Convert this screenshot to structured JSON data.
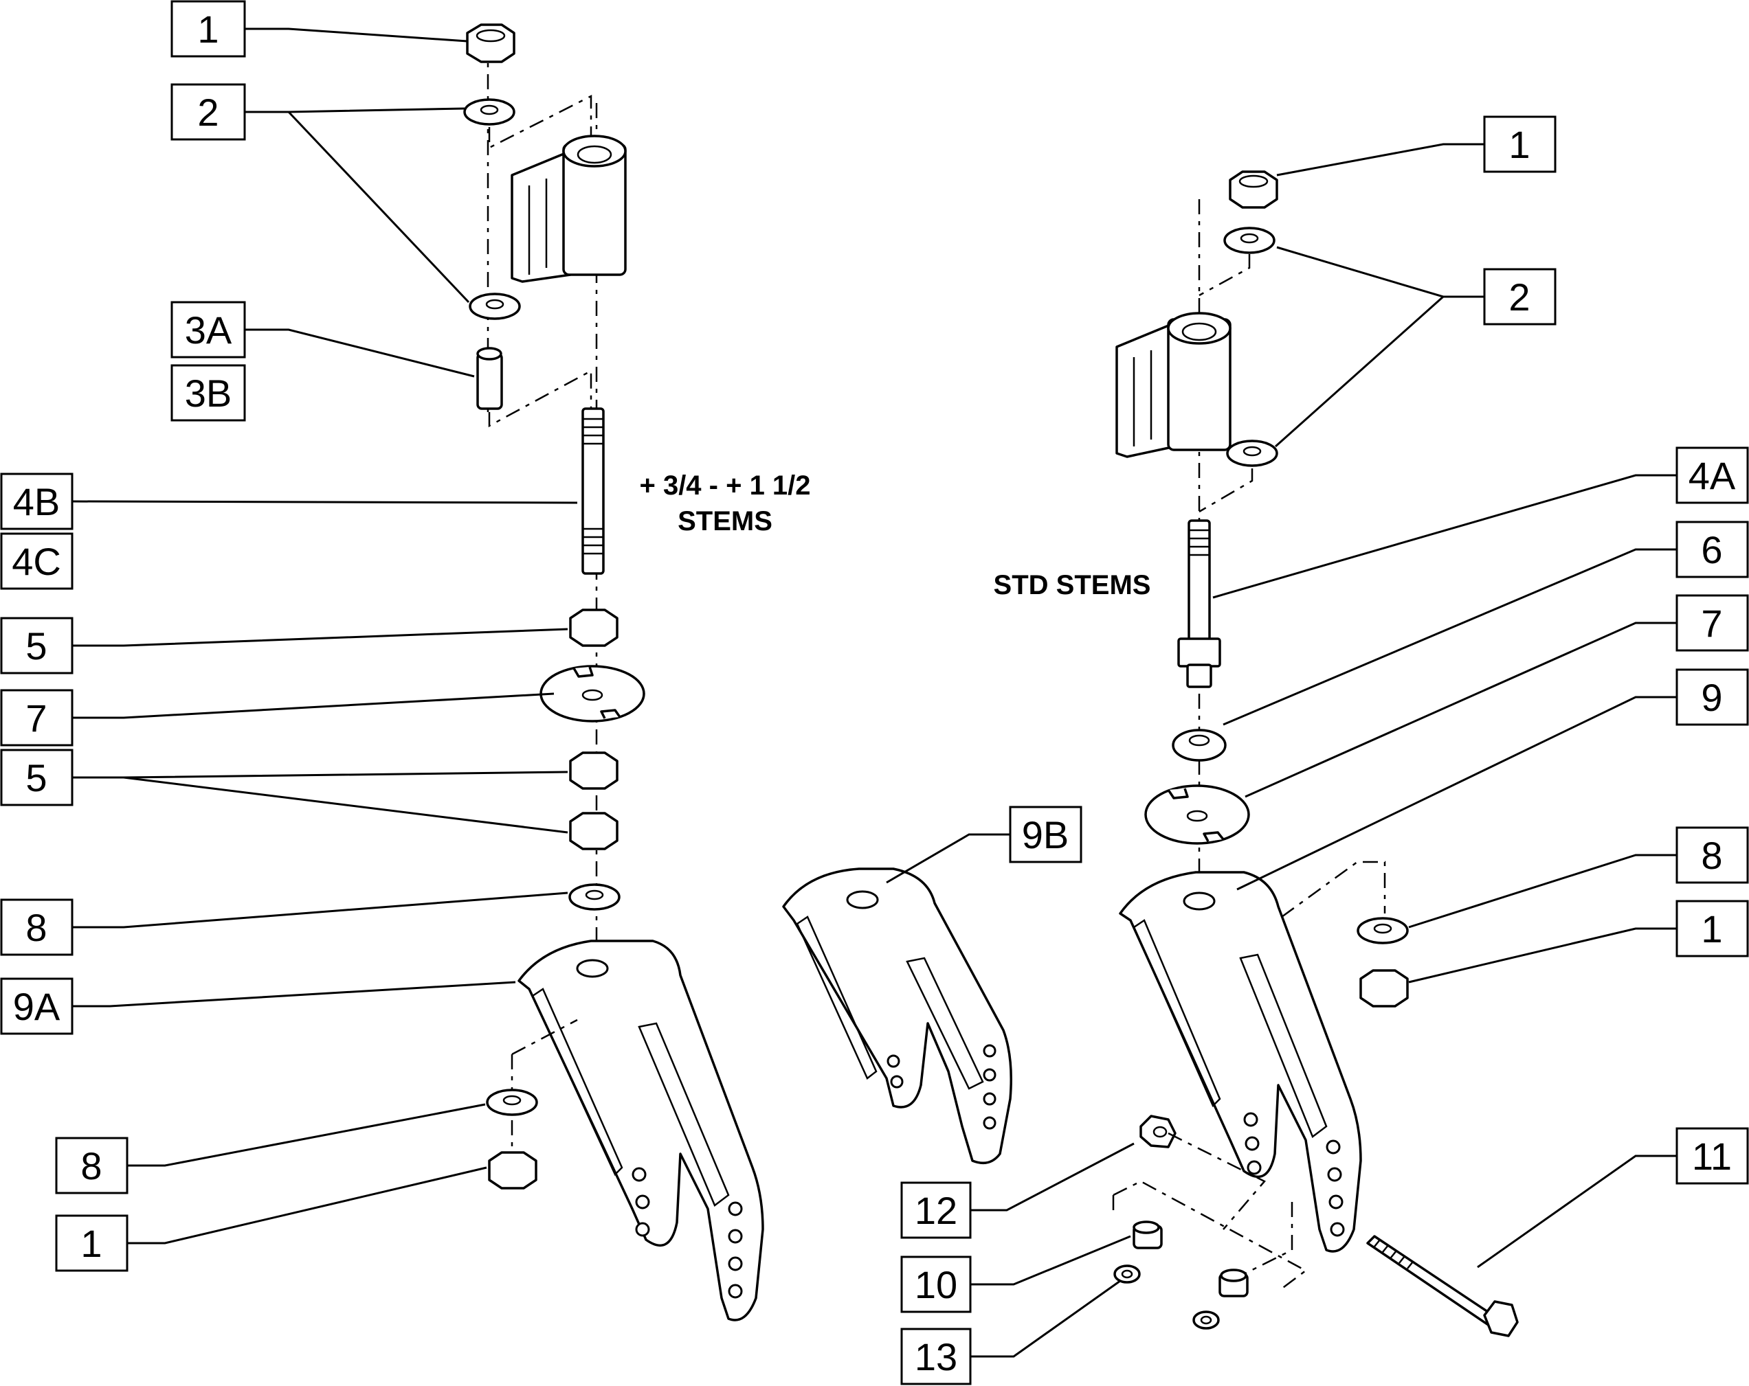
{
  "callouts": [
    {
      "label": "1"
    },
    {
      "label": "2"
    },
    {
      "label": "3A"
    },
    {
      "label": "3B"
    },
    {
      "label": "4B"
    },
    {
      "label": "4C"
    },
    {
      "label": "5"
    },
    {
      "label": "7"
    },
    {
      "label": "5"
    },
    {
      "label": "8"
    },
    {
      "label": "9A"
    },
    {
      "label": "8"
    },
    {
      "label": "1"
    },
    {
      "label": "1"
    },
    {
      "label": "2"
    },
    {
      "label": "4A"
    },
    {
      "label": "6"
    },
    {
      "label": "7"
    },
    {
      "label": "9"
    },
    {
      "label": "8"
    },
    {
      "label": "1"
    },
    {
      "label": "11"
    },
    {
      "label": "9B"
    },
    {
      "label": "12"
    },
    {
      "label": "10"
    },
    {
      "label": "13"
    }
  ],
  "notes": {
    "left_stems_line1": "+ 3/4 - + 1 1/2",
    "left_stems_line2": "STEMS",
    "right_stems": "STD STEMS"
  }
}
